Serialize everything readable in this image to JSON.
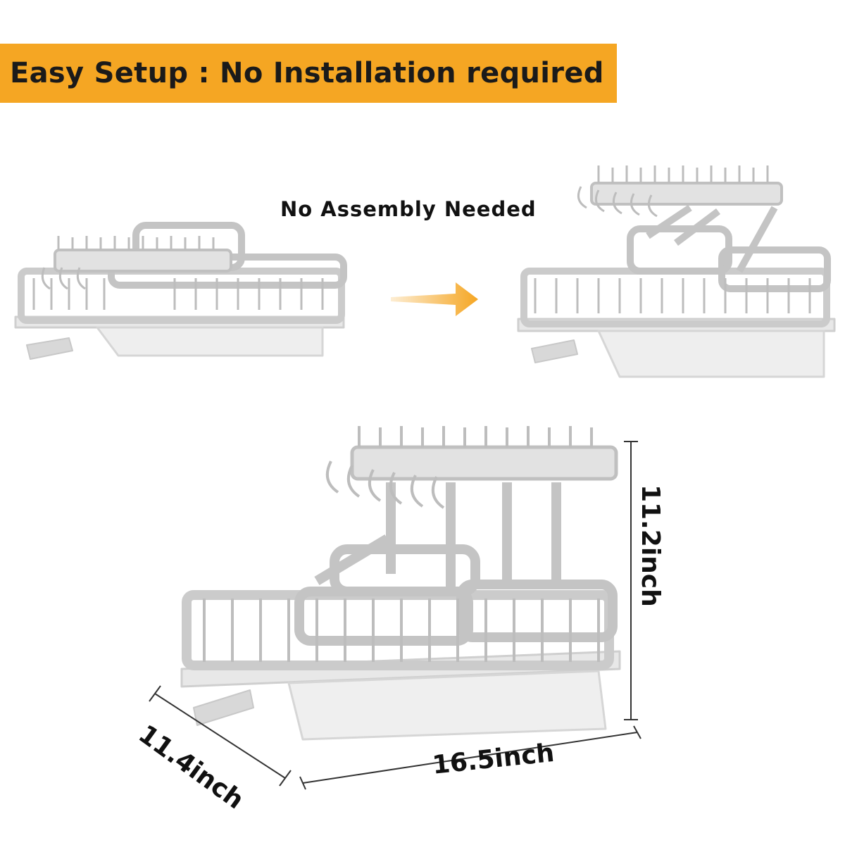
{
  "banner": {
    "text": "Easy Setup : No Installation required",
    "color": "#f5a623"
  },
  "subtitle": "No Assembly Needed",
  "arrow": {
    "icon": "arrow-right-icon",
    "color": "#f5a623"
  },
  "dimensions": {
    "width": "16.5inch",
    "depth": "11.4inch",
    "height": "11.2inch"
  },
  "colors": {
    "rack": "#c9c9c9",
    "rack_dark": "#a8a8a8",
    "tray": "#e6e6e6"
  }
}
